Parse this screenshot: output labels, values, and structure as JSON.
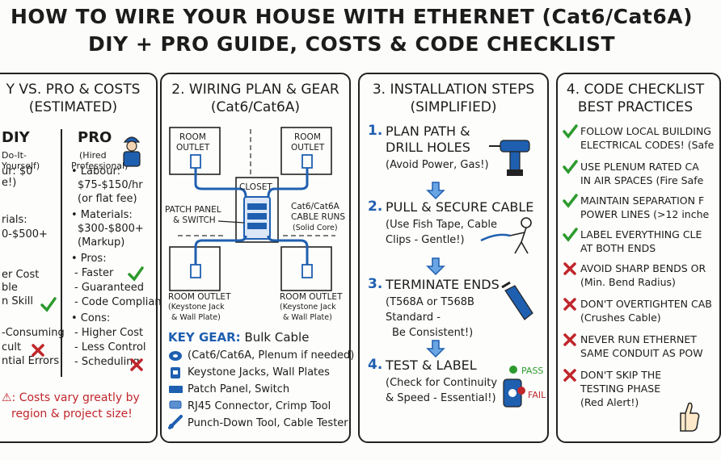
{
  "title": {
    "line1": "HOW TO WIRE YOUR HOUSE WITH ETHERNET (Cat6/Cat6A)",
    "line2": "DIY + PRO GUIDE, COSTS & CODE CHECKLIST"
  },
  "panel1": {
    "heading1": "Y VS. PRO & COSTS",
    "heading2": "(ESTIMATED)",
    "diy_title": "DIY",
    "diy_sub1": "Do-It-",
    "diy_sub2": "Yourself)",
    "pro_title": "PRO",
    "pro_sub1": "(Hired",
    "pro_sub2": "Professional)",
    "diy_lines": [
      "ur: $0",
      "e!)",
      "rials:",
      "0-$500+",
      "er Cost",
      "ble",
      "n Skill",
      "-Consuming",
      "cult",
      "ntial Errors"
    ],
    "pro_lines": [
      "• Labour:",
      "$75-$150/hr",
      "(or flat fee)",
      "• Materials:",
      "$300-$800+",
      "(Markup)",
      "• Pros:",
      "- Faster",
      "- Guaranteed",
      "- Code Compliant",
      "• Cons:",
      "- Higher Cost",
      "- Less Control",
      "- Scheduling"
    ],
    "note1": "⚠: Costs vary greatly by",
    "note2": "region & project size!"
  },
  "panel2": {
    "heading1": "2. WIRING PLAN & GEAR",
    "heading2": "(Cat6/Cat6A)",
    "room_tl": [
      "ROOM",
      "OUTLET"
    ],
    "room_tr": [
      "ROOM",
      "OUTLET"
    ],
    "closet": "CLOSET",
    "patch": [
      "PATCH PANEL",
      "& SWITCH"
    ],
    "runs": [
      "Cat6/Cat6A",
      "CABLE RUNS",
      "(Solid Core)"
    ],
    "room_bl": [
      "ROOM OUTLET",
      "(Keystone Jack",
      "& Wall Plate)"
    ],
    "room_br": [
      "ROOM OUTLET",
      "(Keystone Jack",
      "& Wall Plate)"
    ],
    "gear_title_a": "KEY GEAR:",
    "gear_title_b": "Bulk Cable",
    "gear_items": [
      "(Cat6/Cat6A, Plenum if needed)",
      "Keystone Jacks, Wall Plates",
      "Patch Panel, Switch",
      "RJ45 Connector, Crimp Tool",
      "Punch-Down Tool, Cable Tester"
    ]
  },
  "panel3": {
    "heading1": "3. INSTALLATION STEPS",
    "heading2": "(SIMPLIFIED)",
    "steps": [
      {
        "num": "1.",
        "title1": "PLAN PATH &",
        "title2": "DRILL HOLES",
        "d1": "(Avoid Power, Gas!)",
        "d2": "",
        "d3": ""
      },
      {
        "num": "2.",
        "title1": "PULL & SECURE CABLE",
        "title2": "",
        "d1": "(Use Fish Tape, Cable",
        "d2": "Clips - Gentle!)",
        "d3": ""
      },
      {
        "num": "3.",
        "title1": "TERMINATE ENDS",
        "title2": "",
        "d1": "(T568A or T568B",
        "d2": "Standard -",
        "d3": "Be Consistent!)"
      },
      {
        "num": "4.",
        "title1": "TEST & LABEL",
        "title2": "",
        "d1": "(Check for Continuity",
        "d2": "& Speed - Essential!)",
        "d3": ""
      }
    ],
    "pass": "PASS",
    "fail": "FAIL"
  },
  "panel4": {
    "heading1": "4. CODE CHECKLIST",
    "heading2": "BEST PRACTICES",
    "items": [
      {
        "mark": "check",
        "l1": "FOLLOW LOCAL BUILDING",
        "l2": "ELECTRICAL CODES! (Safe"
      },
      {
        "mark": "check",
        "l1": "USE PLENUM RATED CA",
        "l2": "IN AIR SPACES (Fire Safe"
      },
      {
        "mark": "check",
        "l1": "MAINTAIN SEPARATION F",
        "l2": "POWER LINES (>12 inche"
      },
      {
        "mark": "check",
        "l1": "LABEL EVERYTHING CLE",
        "l2": "AT BOTH ENDS"
      },
      {
        "mark": "cross",
        "l1": "AVOID SHARP BENDS OR",
        "l2": "(Min. Bend Radius)"
      },
      {
        "mark": "cross",
        "l1": "DON'T OVERTIGHTEN CAB",
        "l2": "(Crushes Cable)"
      },
      {
        "mark": "cross",
        "l1": "NEVER RUN ETHERNET",
        "l2": "SAME CONDUIT AS POW"
      },
      {
        "mark": "cross",
        "l1": "DON'T SKIP THE",
        "l2": "TESTING PHASE",
        "l3": "(Red Alert!)"
      }
    ]
  },
  "colors": {
    "blue": "#1f5fb0",
    "green": "#2d9a2d",
    "red": "#c0262b",
    "ink": "#1c1c1c"
  }
}
